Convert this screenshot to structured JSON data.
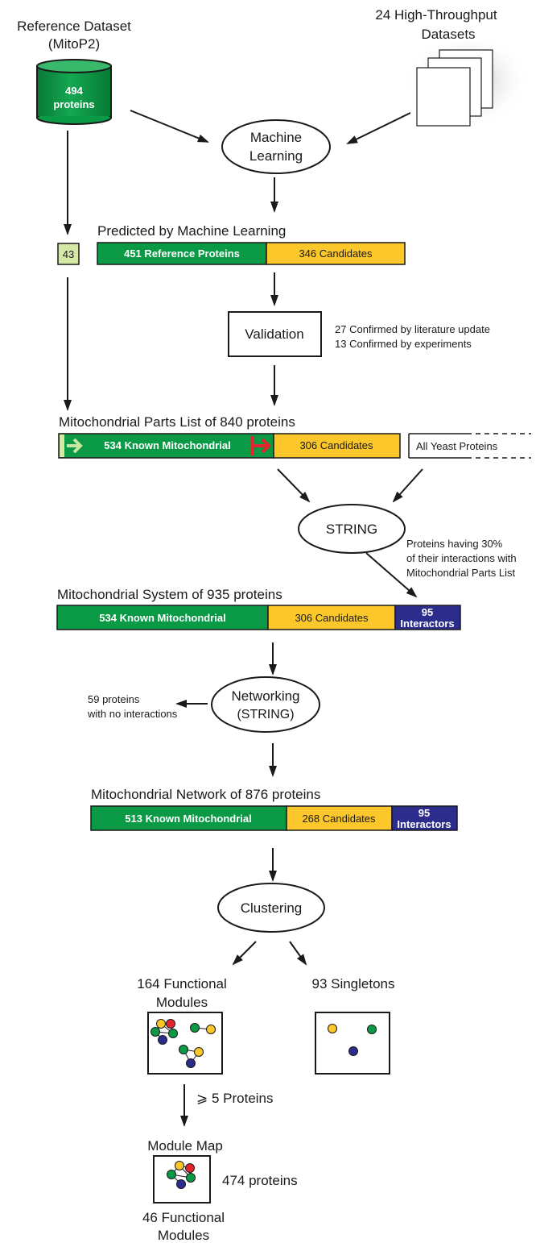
{
  "colors": {
    "known": "#0a9a46",
    "candidate": "#fbc72a",
    "interactor": "#2c2c8c",
    "excluded": "#d6e8a6",
    "arrow_red": "#e3262d",
    "arrow_light": "#c8e6a0",
    "red": "#e3262d",
    "green": "#0a9a46",
    "yellow": "#fbc72a",
    "blue": "#2c2c8c"
  },
  "reference": {
    "title_line1": "Reference Dataset",
    "title_line2": "(MitoP2)",
    "count": "494",
    "unit": "proteins"
  },
  "high_throughput": {
    "line1": "24 High-Throughput",
    "line2": "Datasets"
  },
  "machine_learning": {
    "line1": "Machine",
    "line2": "Learning"
  },
  "excluded_count": "43",
  "predicted": {
    "title": "Predicted by Machine Learning",
    "reference_label": "451 Reference Proteins",
    "candidates_label": "346 Candidates"
  },
  "validation": {
    "label": "Validation",
    "note1": "27 Confirmed by literature update",
    "note2": "13 Confirmed by experiments"
  },
  "parts_list": {
    "title": "Mitochondrial Parts List of 840 proteins",
    "known_label": "534 Known Mitochondrial",
    "candidates_label": "306 Candidates",
    "all_yeast": "All Yeast Proteins"
  },
  "string_node": {
    "label": "STRING",
    "note1": "Proteins having 30%",
    "note2": "of their interactions with",
    "note3": "Mitochondrial Parts List"
  },
  "system": {
    "title": "Mitochondrial System of 935 proteins",
    "known_label": "534 Known Mitochondrial",
    "candidates_label": "306 Candidates",
    "interactors_line1": "95",
    "interactors_line2": "Interactors"
  },
  "networking": {
    "line1": "Networking",
    "line2": "(STRING)",
    "note1": "59 proteins",
    "note2": "with no interactions"
  },
  "network": {
    "title": "Mitochondrial Network of 876 proteins",
    "known_label": "513 Known Mitochondrial",
    "candidates_label": "268 Candidates",
    "interactors_line1": "95",
    "interactors_line2": "Interactors"
  },
  "clustering": {
    "label": "Clustering"
  },
  "functional": {
    "line1": "164 Functional",
    "line2": "Modules"
  },
  "singletons": {
    "label": "93 Singletons"
  },
  "filter": {
    "label": "⩾ 5 Proteins"
  },
  "module_map": {
    "title": "Module Map",
    "count": "474 proteins",
    "bottom_line1": "46 Functional",
    "bottom_line2": "Modules"
  }
}
